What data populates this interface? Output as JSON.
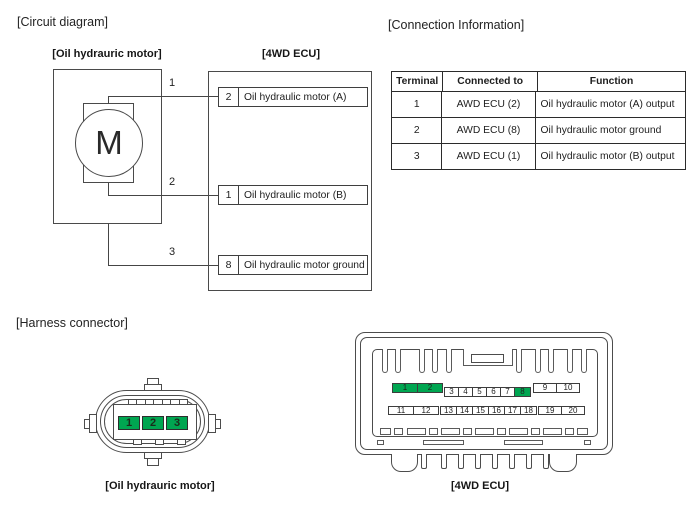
{
  "headings": {
    "circuit": "[Circuit diagram]",
    "connection_info": "[Connection Information]",
    "harness": "[Harness connector]"
  },
  "circuit": {
    "motor_title": "[Oil hydrauric motor]",
    "ecu_title": "[4WD ECU]",
    "motor_symbol": "M",
    "wires": [
      {
        "wire_no": "1",
        "ecu_pin": "2",
        "function": "Oil hydraulic motor (A)"
      },
      {
        "wire_no": "2",
        "ecu_pin": "1",
        "function": "Oil hydraulic motor (B)"
      },
      {
        "wire_no": "3",
        "ecu_pin": "8",
        "function": "Oil hydraulic motor ground"
      }
    ]
  },
  "connection_table": {
    "headers": [
      "Terminal",
      "Connected to",
      "Function"
    ],
    "rows": [
      [
        "1",
        "AWD ECU (2)",
        "Oil hydraulic motor (A) output"
      ],
      [
        "2",
        "AWD ECU (8)",
        "Oil hydraulic motor ground"
      ],
      [
        "3",
        "AWD ECU (1)",
        "Oil hydraulic motor (B) output"
      ]
    ]
  },
  "harness": {
    "motor_connector_title": "[Oil hydrauric motor]",
    "ecu_connector_title": "[4WD ECU]",
    "motor_pins": [
      "1",
      "2",
      "3"
    ],
    "ecu_top_pins_left": [
      "1",
      "2"
    ],
    "ecu_top_pins_mid": [
      "3",
      "4",
      "5",
      "6",
      "7",
      "8"
    ],
    "ecu_top_pins_right": [
      "9",
      "10"
    ],
    "ecu_bottom_pins_left": [
      "11",
      "12"
    ],
    "ecu_bottom_pins_mid": [
      "13",
      "14",
      "15",
      "16",
      "17",
      "18"
    ],
    "ecu_bottom_pins_right": [
      "19",
      "20"
    ],
    "highlight_color": "#00a651"
  }
}
